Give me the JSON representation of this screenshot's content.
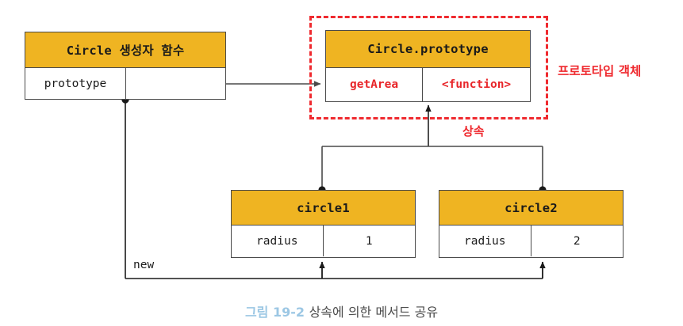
{
  "figure": {
    "caption_number": "그림 19-2",
    "caption_text": "상속에 의한 메서드 공유"
  },
  "colors": {
    "header_yellow": "#EFB422",
    "border_gray": "#4a4a4a",
    "accent_red": "#ef2a2f",
    "caption_blue": "#9cc7e4",
    "caption_gray": "#4d4d4d"
  },
  "boxes": {
    "constructor": {
      "title": "Circle 생성자 함수",
      "rows": [
        {
          "key": "prototype",
          "value": ""
        }
      ]
    },
    "prototype": {
      "title": "Circle.prototype",
      "rows": [
        {
          "key": "getArea",
          "value": "<function>"
        }
      ]
    },
    "circle1": {
      "title": "circle1",
      "rows": [
        {
          "key": "radius",
          "value": "1"
        }
      ]
    },
    "circle2": {
      "title": "circle2",
      "rows": [
        {
          "key": "radius",
          "value": "2"
        }
      ]
    }
  },
  "labels": {
    "prototype_object": "프로토타입 객체",
    "inheritance": "상속",
    "new": "new"
  }
}
